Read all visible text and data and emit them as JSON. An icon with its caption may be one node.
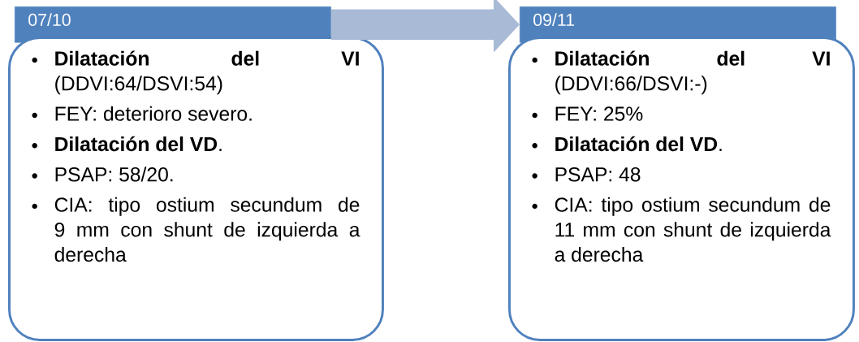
{
  "diagram": {
    "nodes": [
      {
        "text": [
          "07/10"
        ]
      },
      {
        "text": [
          "**Dilatación del VI** (DDVI:64/DSVI:54)",
          "FEY: deterioro severo.",
          "**Dilatación del VD**.",
          "PSAP: 58/20.",
          "CIA: tipo ostium secundum de 9 mm con shunt de izquierda a derecha"
        ]
      },
      {
        "text": [
          "09/11"
        ]
      },
      {
        "text": [
          "**Dilatación del VI** (DDVI:66/DSVI:-)",
          "FEY: 25%",
          "**Dilatación del VD**.",
          "PSAP: 48",
          "CIA: tipo ostium secundum de 11 mm con shunt de izquierda a derecha"
        ]
      }
    ],
    "edges": [
      {
        "from": 0,
        "to": 2,
        "arrow": "to"
      }
    ]
  }
}
